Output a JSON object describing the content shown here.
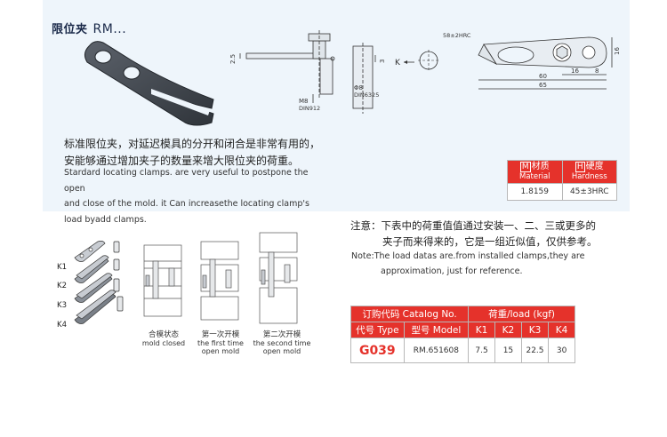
{
  "title": {
    "cn": "限位夹",
    "code": "RM..."
  },
  "description": {
    "cn_line1": "标准限位夹，对延迟模具的分开和闭合是非常有用的，",
    "cn_line2": "安能够通过增加夹子的数量来增大限位夹的荷重。",
    "en_line1": "Stardard locating clamps.  are very useful to postpone the open",
    "en_line2": "and close of the mold.  it Can increasethe locating clamp's",
    "en_line3": "load byadd clamps."
  },
  "material_table": {
    "material_box": "M",
    "material_cn": "材质",
    "material_en": "Material",
    "hardness_box": "H",
    "hardness_cn": "硬度",
    "hardness_en": "Hardness",
    "material_value": "1.8159",
    "hardness_value": "45±3HRC"
  },
  "drawing": {
    "dim_2_5": "2.5",
    "dim_3": "3",
    "screw_label": "M8",
    "screw_std": "DIN912",
    "pin_label": "Φ8",
    "pin_std": "DIN6325",
    "view_k": "K",
    "hardness_note": "58±2HRC",
    "dim_16a": "16",
    "dim_8": "8",
    "dim_16b": "16",
    "dim_60": "60",
    "dim_65": "65"
  },
  "note": {
    "cn_line1": "注意：下表中的荷重值值通过安装一、二、三或更多的",
    "cn_line2": "夹子而来得来的，它是一组近似值，仅供参考。",
    "en_line1": "Note:The load datas are.from installed clamps,they are",
    "en_line2": "approximation, just for reference."
  },
  "k_labels": [
    "K1",
    "K2",
    "K3",
    "K4"
  ],
  "steps": [
    {
      "cn": "合模状态",
      "en1": "mold closed",
      "en2": ""
    },
    {
      "cn": "第一次开模",
      "en1": "the first time",
      "en2": "open mold"
    },
    {
      "cn": "第二次开模",
      "en1": "the second time",
      "en2": "open mold"
    }
  ],
  "catalog": {
    "header_catalog": "订购代码 Catalog No.",
    "header_load": "荷重/load (kgf)",
    "col_code": "代号 Type",
    "col_model": "型号 Model",
    "col_k1": "K1",
    "col_k2": "K2",
    "col_k3": "K3",
    "col_k4": "K4",
    "row": {
      "type": "G039",
      "model": "RM.651608",
      "k1": "7.5",
      "k2": "15",
      "k3": "22.5",
      "k4": "30"
    }
  },
  "colors": {
    "accent": "#e5322b",
    "band": "#eef5fb",
    "part": "#4a4f57"
  }
}
